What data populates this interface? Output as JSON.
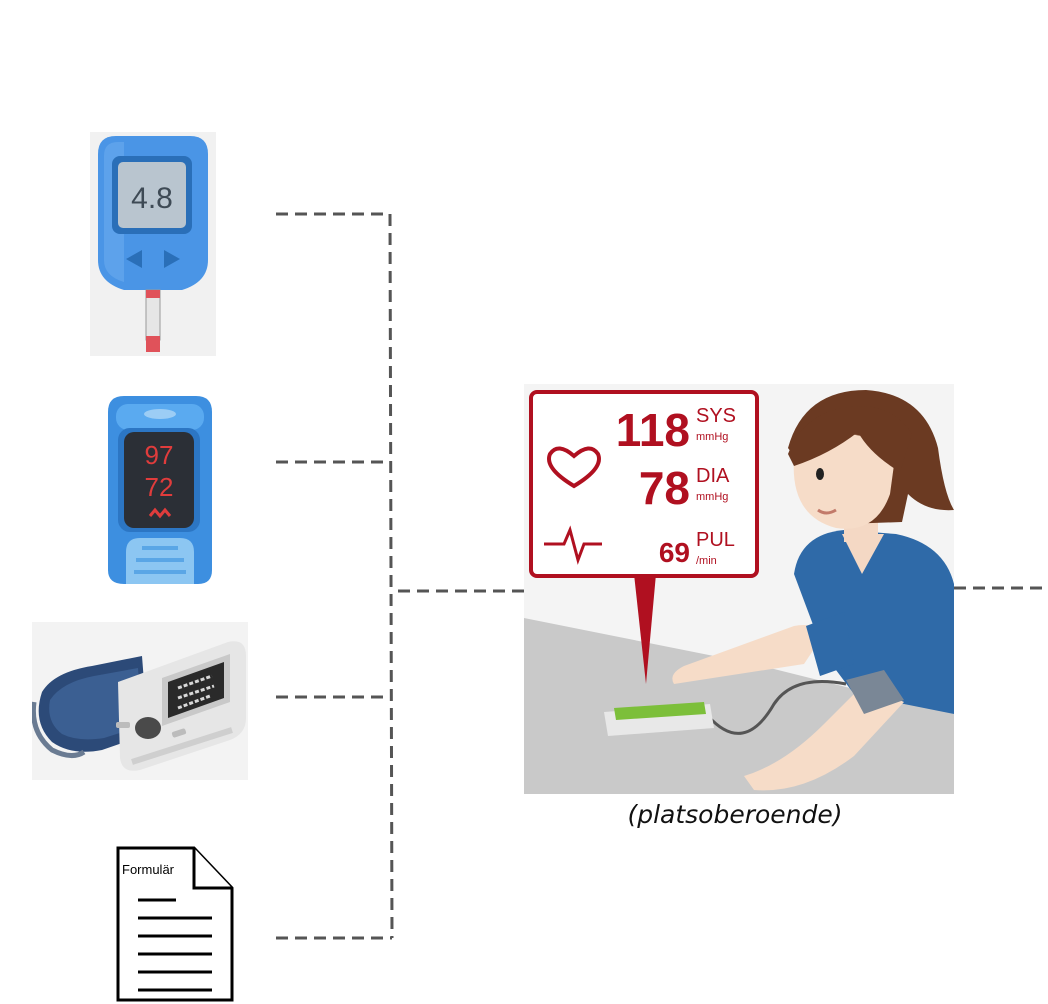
{
  "devices": {
    "glucose_meter": {
      "reading": "4.8"
    },
    "pulse_oximeter": {
      "spo2": "97",
      "pulse": "72"
    },
    "blood_pressure_monitor": {
      "display": ""
    },
    "form": {
      "label": "Formulär"
    }
  },
  "bp_display": {
    "sys_value": "118",
    "sys_label": "SYS",
    "sys_unit": "mmHg",
    "dia_value": "78",
    "dia_label": "DIA",
    "dia_unit": "mmHg",
    "pul_value": "69",
    "pul_label": "PUL",
    "pul_unit": "/min"
  },
  "caption": "(platsoberoende)",
  "colors": {
    "connector": "#555555",
    "meter_blue": "#4a95e6",
    "bp_red": "#b01020",
    "shirt_blue": "#2f6aa8"
  }
}
